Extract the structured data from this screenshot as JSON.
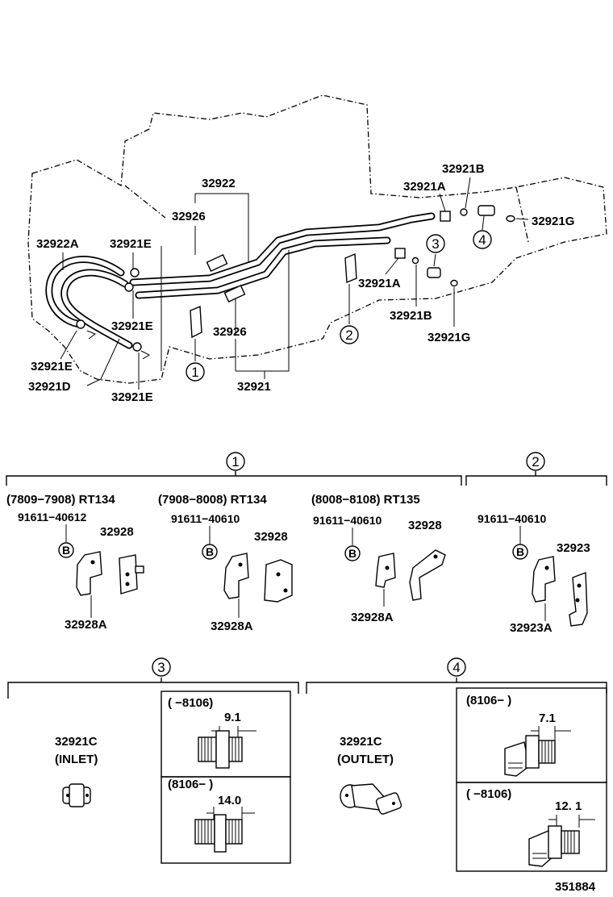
{
  "main_labels": {
    "p32922": "32922",
    "p32926_top": "32926",
    "p32922A": "32922A",
    "p32921E_top": "32921E",
    "p32921E_mid": "32921E",
    "p32921E_left": "32921E",
    "p32921D": "32921D",
    "p32921E_bot": "32921E",
    "p32926_bot": "32926",
    "p32921": "32921",
    "p32921B_top": "32921B",
    "p32921A_top": "32921A",
    "p32921G_right": "32921G",
    "p32921A_mid": "32921A",
    "p32921B_mid": "32921B",
    "p32921G_mid": "32921G"
  },
  "callouts": {
    "c1_main": "1",
    "c2_main": "2",
    "c3_main": "3",
    "c4_main": "4",
    "c1_section": "1",
    "c2_section": "2",
    "c3_section": "3",
    "c4_section": "4"
  },
  "section1": {
    "col1": {
      "header": "(7809−7908) RT134",
      "bolt": "91611−40612",
      "bolt_mark": "B",
      "clamp": "32928",
      "clamp_a": "32928A"
    },
    "col2": {
      "header": "(7908−8008) RT134",
      "bolt": "91611−40610",
      "bolt_mark": "B",
      "clamp": "32928",
      "clamp_a": "32928A"
    },
    "col3": {
      "header": "(8008−8108) RT135",
      "bolt": "91611−40610",
      "bolt_mark": "B",
      "clamp": "32928",
      "clamp_a": "32928A"
    }
  },
  "section2": {
    "bolt": "91611−40610",
    "bolt_mark": "B",
    "clamp": "32923",
    "clamp_a": "32923A"
  },
  "section3": {
    "part": "32921C",
    "sub": "(INLET)",
    "box_top_period": "(      −8106)",
    "box_top_dim": "9.1",
    "box_bot_period": "(8106−     )",
    "box_bot_dim": "14.0"
  },
  "section4": {
    "part": "32921C",
    "sub": "(OUTLET)",
    "box_top_period": "(8106−        )",
    "box_top_dim": "7.1",
    "box_bot_period": "(      −8106)",
    "box_bot_dim": "12. 1"
  },
  "footer": {
    "ref": "351884"
  }
}
